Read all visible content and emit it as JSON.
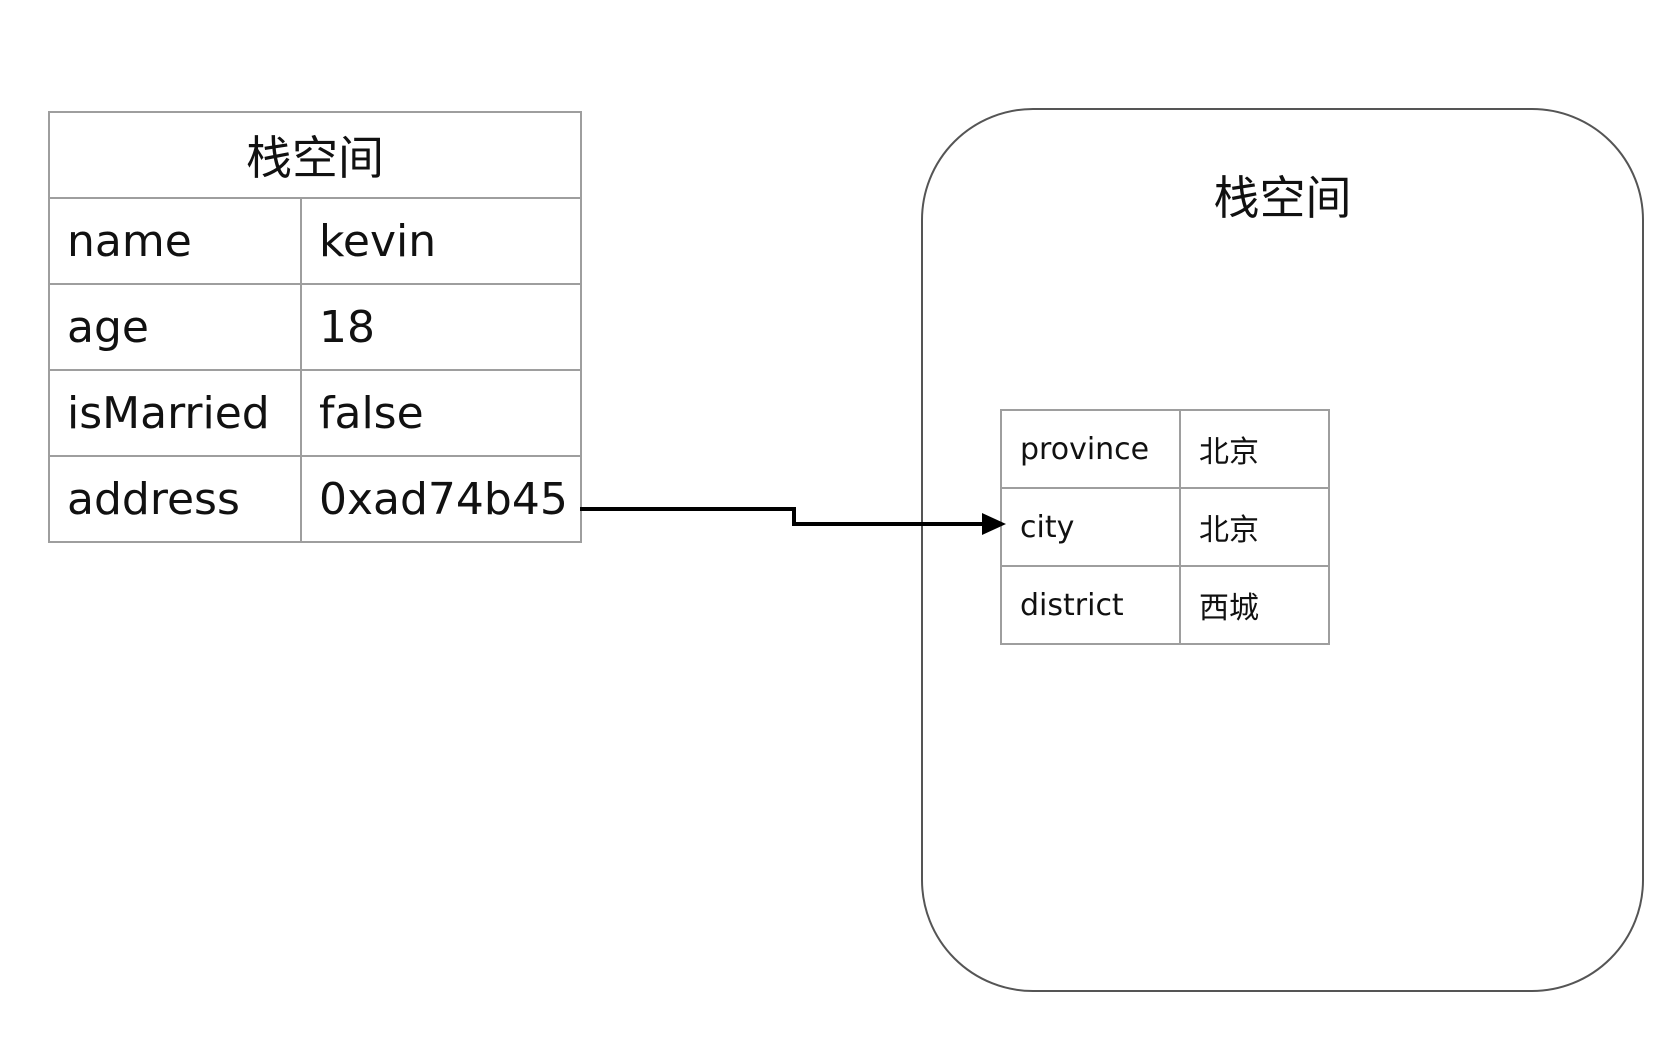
{
  "stack": {
    "title": "栈空间",
    "rows": [
      {
        "key": "name",
        "value": "kevin"
      },
      {
        "key": "age",
        "value": "18"
      },
      {
        "key": "isMarried",
        "value": "false"
      },
      {
        "key": "address",
        "value": "0xad74b45"
      }
    ]
  },
  "heap": {
    "title": "栈空间",
    "rows": [
      {
        "key": "province",
        "value": "北京"
      },
      {
        "key": "city",
        "value": "北京"
      },
      {
        "key": "district",
        "value": "西城"
      }
    ]
  },
  "colors": {
    "cell_border": "#9e9e9e",
    "box_border": "#555555",
    "arrow": "#000000"
  }
}
